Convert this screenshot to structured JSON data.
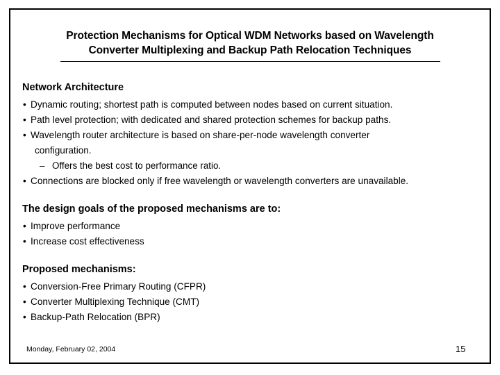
{
  "slide": {
    "title": {
      "line1": "Protection Mechanisms for Optical WDM Networks based on Wavelength",
      "line2": "Converter Multiplexing and Backup Path Relocation Techniques"
    },
    "sections": [
      {
        "heading": "Network Architecture",
        "bullets": [
          {
            "marker": "•",
            "text": "Dynamic routing; shortest path is computed between nodes based on current situation."
          },
          {
            "marker": "•",
            "text": "Path level protection; with dedicated and shared protection schemes for backup paths."
          },
          {
            "marker": "•",
            "text": "Wavelength router architecture is based on share-per-node wavelength converter",
            "continuation": "configuration.",
            "subbullet": {
              "marker": "–",
              "text": "Offers the best cost to performance ratio."
            }
          },
          {
            "marker": "•",
            "text": "Connections are blocked only if free wavelength or wavelength converters are unavailable."
          }
        ]
      },
      {
        "heading": "The design goals of the proposed mechanisms are to:",
        "bullets": [
          {
            "marker": "•",
            "text": "Improve performance"
          },
          {
            "marker": "•",
            "text": "Increase cost effectiveness"
          }
        ]
      },
      {
        "heading": "Proposed mechanisms:",
        "bullets": [
          {
            "marker": "•",
            "text": "Conversion-Free Primary Routing (CFPR)"
          },
          {
            "marker": "•",
            "text": "Converter Multiplexing Technique (CMT)"
          },
          {
            "marker": "•",
            "text": "Backup-Path Relocation (BPR)"
          }
        ]
      }
    ],
    "footer": {
      "date": "Monday, February 02, 2004",
      "page_number": "15"
    },
    "colors": {
      "text": "#000000",
      "background": "#ffffff",
      "border": "#000000"
    }
  }
}
